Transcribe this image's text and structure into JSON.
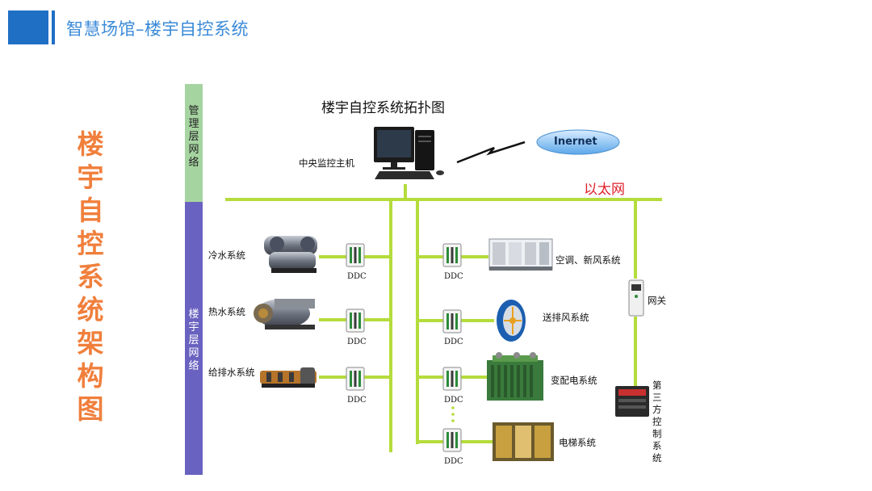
{
  "header": {
    "title": "智慧场馆–楼宇自控系统"
  },
  "side_title": [
    "楼",
    "宇",
    "自",
    "控",
    "系",
    "统",
    "架",
    "构",
    "图"
  ],
  "layers": {
    "management": [
      "管",
      "理",
      "层",
      "网",
      "络"
    ],
    "building": [
      "楼",
      "宇",
      "层",
      "网",
      "络"
    ]
  },
  "diagram": {
    "title": "楼宇自控系统拓扑图",
    "central_host": "中央监控主机",
    "internet": "Inernet",
    "ethernet": "以太网",
    "ddc": "DDC",
    "left_systems": [
      "冷水系统",
      "热水系统",
      "给排水系统"
    ],
    "right_systems": [
      "空调、新风系统",
      "送排风系统",
      "变配电系统",
      "电梯系统"
    ],
    "gateway": "网关",
    "third_party": [
      "第",
      "三",
      "方",
      "控",
      "制",
      "系",
      "统"
    ]
  },
  "colors": {
    "accent": "#1f6fc5",
    "title_orange": "#f07f3c",
    "bus_green": "#b4dc3c",
    "mgmt_bar": "#a6d4a0",
    "bldg_bar": "#6a62c0",
    "ethernet_red": "#e0202a"
  }
}
